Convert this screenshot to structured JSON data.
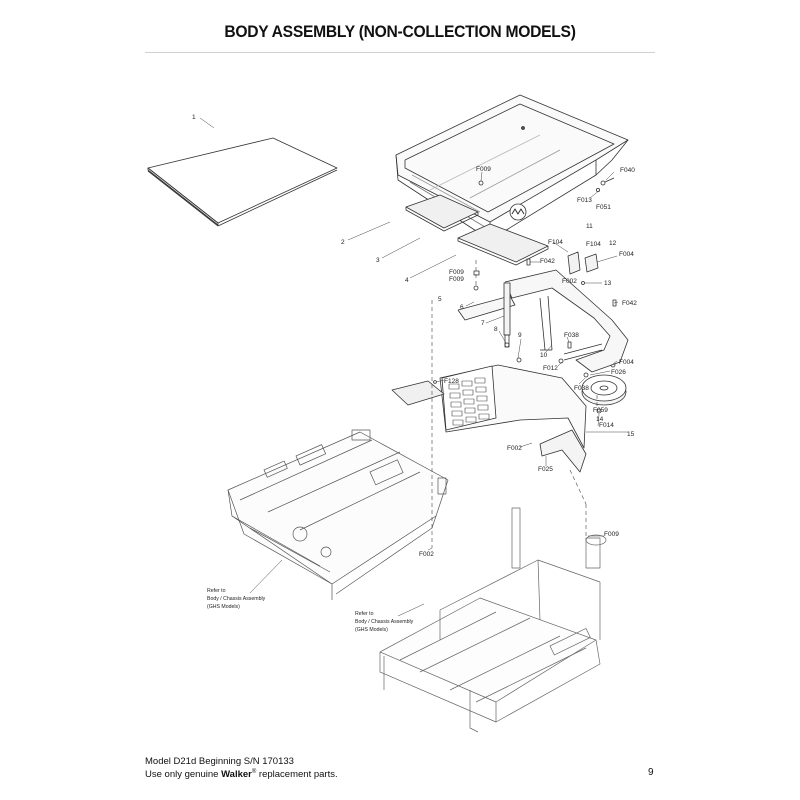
{
  "title": "BODY ASSEMBLY (NON-COLLECTION MODELS)",
  "callouts": {
    "c1": "1",
    "c2": "2",
    "c3": "3",
    "c4": "4",
    "c5": "5",
    "c6": "6",
    "c7": "7",
    "c8": "8",
    "c9": "9",
    "c10": "10",
    "c11": "11",
    "c12": "12",
    "c13": "13",
    "c14": "14",
    "c15": "15",
    "f009a": "F009",
    "f040": "F040",
    "f013": "F013",
    "f051": "F051",
    "f104a": "F104",
    "f104b": "F104",
    "f004a": "F004",
    "f042a": "F042",
    "f009b": "F009",
    "f009c": "F009",
    "f002a": "F002",
    "f042b": "F042",
    "f038a": "F038",
    "f004b": "F004",
    "f012": "F012",
    "f026": "F026",
    "f038b": "F038",
    "f128": "F128",
    "f059": "F059",
    "f014": "F014",
    "f002b": "F002",
    "f025": "F025",
    "f009d": "F009",
    "f002c": "F002"
  },
  "notes": {
    "left": [
      "Refer to",
      "Body / Chassis Assembly",
      "(GHS Models)"
    ],
    "right": [
      "Refer to",
      "Body / Chassis Assembly",
      "(GHS Models)"
    ]
  },
  "footer": {
    "model_line": "Model D21d Beginning S/N 170133",
    "use_prefix": "Use only genuine ",
    "brand": "Walker",
    "reg": "®",
    "use_suffix": " replacement parts."
  },
  "page_number": "9"
}
